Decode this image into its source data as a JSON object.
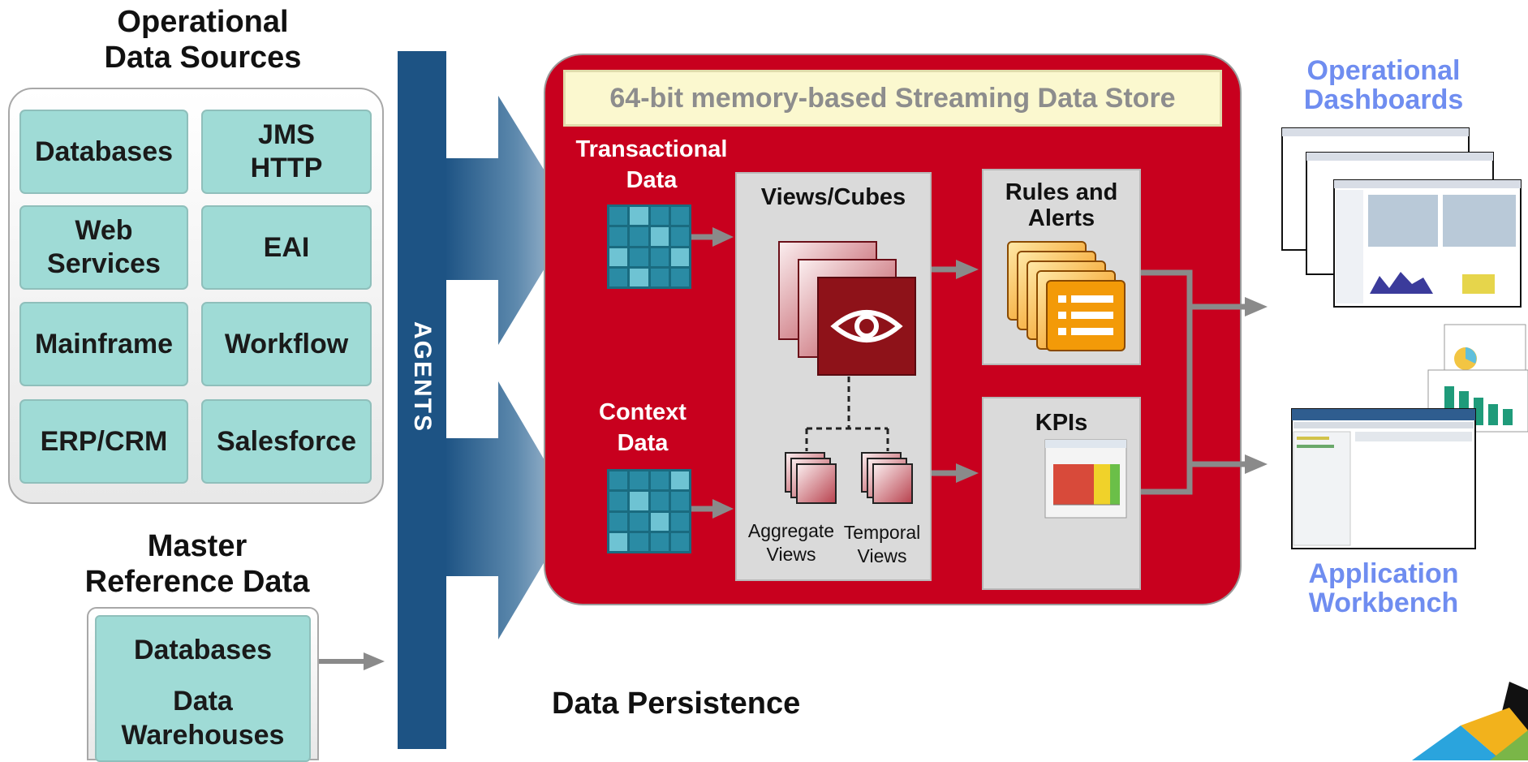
{
  "operational_sources": {
    "title_line1": "Operational",
    "title_line2": "Data Sources",
    "items": [
      "Databases",
      "JMS\nHTTP",
      "Web\nServices",
      "EAI",
      "Mainframe",
      "Workflow",
      "ERP/CRM",
      "Salesforce"
    ]
  },
  "master_reference": {
    "title_line1": "Master",
    "title_line2": "Reference Data",
    "item1": "Databases",
    "item2_line1": "Data",
    "item2_line2": "Warehouses"
  },
  "agents_label": "AGENTS",
  "data_store": {
    "title": "64-bit memory-based Streaming Data Store",
    "transactional_line1": "Transactional",
    "transactional_line2": "Data",
    "context_line1": "Context",
    "context_line2": "Data",
    "views_title": "Views/Cubes",
    "aggregate_line1": "Aggregate",
    "aggregate_line2": "Views",
    "temporal_line1": "Temporal",
    "temporal_line2": "Views",
    "rules_line1": "Rules and",
    "rules_line2": "Alerts",
    "kpis_title": "KPIs"
  },
  "outputs": {
    "dashboards_line1": "Operational",
    "dashboards_line2": "Dashboards",
    "workbench_line1": "Application",
    "workbench_line2": "Workbench"
  },
  "persistence_label": "Data Persistence",
  "colors": {
    "source_cell": "#9fdbd6",
    "agents_bar": "#1d5384",
    "data_store": "#c8001e",
    "store_title_bg": "#fbf8cf",
    "output_heading": "#6f8df0"
  },
  "icons": [
    "eye-icon",
    "list-icon",
    "grid-icon",
    "gauge-chart-icon"
  ]
}
